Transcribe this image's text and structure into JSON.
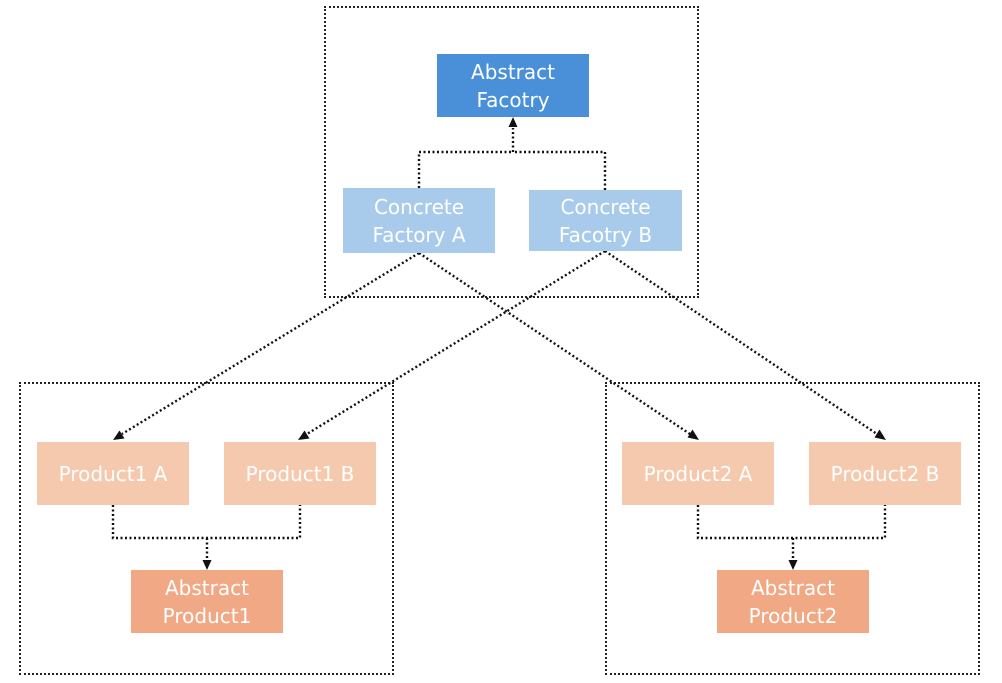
{
  "diagram": {
    "factory_group": {
      "abstract_factory": "Abstract\nFacotry",
      "concrete_factory_a": "Concrete\nFactory A",
      "concrete_factory_b": "Concrete\nFacotry B"
    },
    "product1_group": {
      "product1_a": "Product1 A",
      "product1_b": "Product1 B",
      "abstract_product1": "Abstract\nProduct1"
    },
    "product2_group": {
      "product2_a": "Product2 A",
      "product2_b": "Product2 B",
      "abstract_product2": "Abstract\nProduct2"
    }
  },
  "colors": {
    "abstract_factory": "#4a90d9",
    "concrete_factory": "#a9cbeb",
    "concrete_product": "#f5c9ad",
    "abstract_product": "#f0a885",
    "lines": "#111111",
    "frame": "#222222"
  }
}
